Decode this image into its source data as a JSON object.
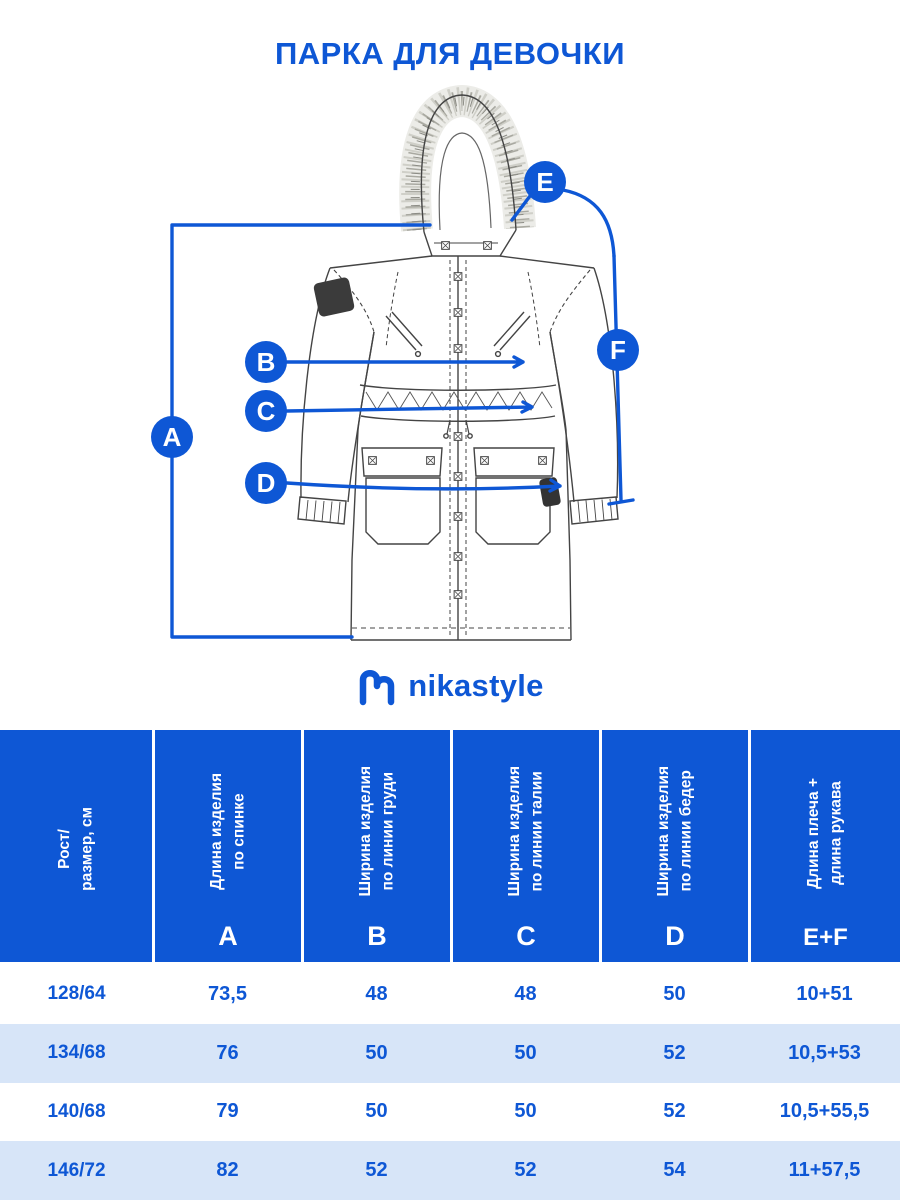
{
  "page": {
    "title": "ПАРКА ДЛЯ ДЕВОЧКИ",
    "brand": "nikastyle"
  },
  "diagram": {
    "labels": [
      "A",
      "B",
      "C",
      "D",
      "E",
      "F"
    ]
  },
  "table": {
    "row_header": "Рост/\nразмер, см",
    "columns": [
      {
        "description": "Длина изделия\nпо спинке",
        "letter": "A"
      },
      {
        "description": "Ширина изделия\nпо линии груди",
        "letter": "B"
      },
      {
        "description": "Ширина изделия\nпо линии талии",
        "letter": "C"
      },
      {
        "description": "Ширина изделия\nпо линии бедер",
        "letter": "D"
      },
      {
        "description": "Длина плеча +\nдлина рукава",
        "letter": "E+F"
      }
    ],
    "rows": [
      {
        "size": "128/64",
        "values": [
          "73,5",
          "48",
          "48",
          "50",
          "10+51"
        ]
      },
      {
        "size": "134/68",
        "values": [
          "76",
          "50",
          "50",
          "52",
          "10,5+53"
        ]
      },
      {
        "size": "140/68",
        "values": [
          "79",
          "50",
          "50",
          "52",
          "10,5+55,5"
        ]
      },
      {
        "size": "146/72",
        "values": [
          "82",
          "52",
          "52",
          "54",
          "11+57,5"
        ]
      }
    ]
  },
  "colors": {
    "accent": "#0e57d5",
    "header_bg": "#0e57d5",
    "row_alt": "#d7e5f8"
  }
}
